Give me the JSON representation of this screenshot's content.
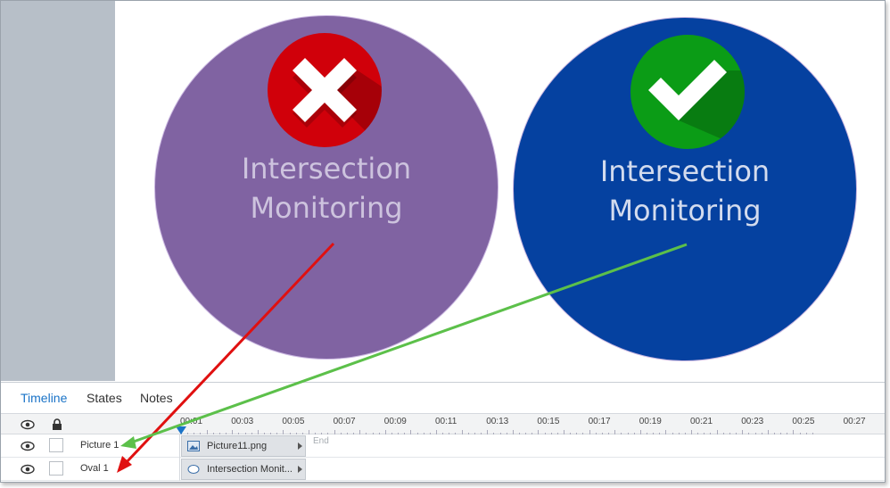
{
  "canvas": {
    "circles": [
      {
        "label_line1": "Intersection",
        "label_line2": "Monitoring",
        "color": "#8063a2",
        "badge": "x-icon",
        "badge_color": "#d0000a"
      },
      {
        "label_line1": "Intersection",
        "label_line2": "Monitoring",
        "color": "#0541a0",
        "badge": "checkmark-icon",
        "badge_color": "#0b9c16"
      }
    ]
  },
  "panel": {
    "tabs": [
      {
        "label": "Timeline",
        "active": true
      },
      {
        "label": "States",
        "active": false
      },
      {
        "label": "Notes",
        "active": false
      }
    ],
    "ruler": {
      "ticks": [
        "00:01",
        "00:03",
        "00:05",
        "00:07",
        "00:09",
        "00:11",
        "00:13",
        "00:15",
        "00:17",
        "00:19",
        "00:21",
        "00:23",
        "00:25",
        "00:27"
      ]
    },
    "end_label": "End",
    "rows": [
      {
        "name": "Picture 1",
        "clip_label": "Picture11.png",
        "clip_icon": "image-icon"
      },
      {
        "name": "Oval 1",
        "clip_label": "Intersection Monit...",
        "clip_icon": "oval-icon"
      }
    ]
  },
  "annotations": {
    "arrow_colors": {
      "red": "#e01010",
      "green": "#5cc04a"
    }
  }
}
